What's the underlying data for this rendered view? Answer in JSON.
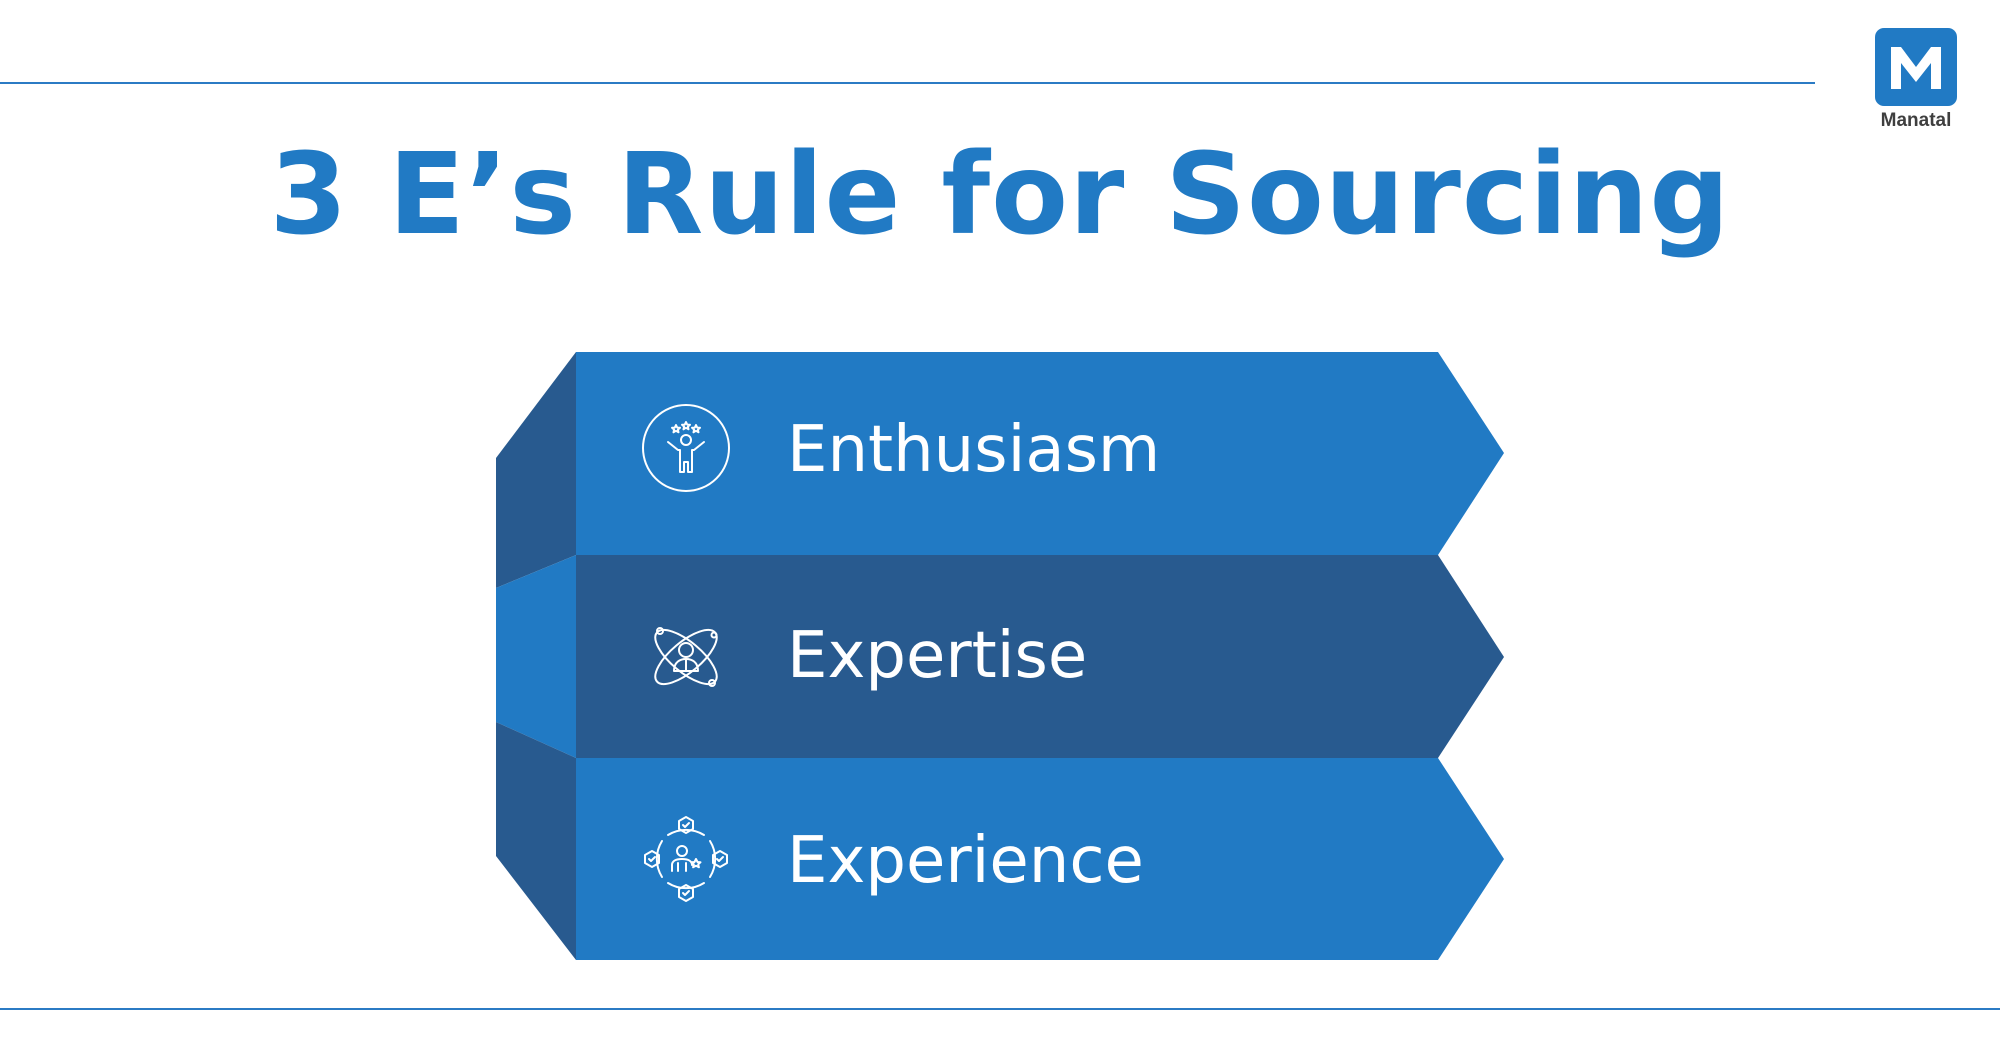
{
  "title": "3 E’s Rule for Sourcing",
  "logo": {
    "letter": "M",
    "caption": "Manatal"
  },
  "steps": [
    {
      "label": "Enthusiasm",
      "icon": "celebrating-person-stars-icon"
    },
    {
      "label": "Expertise",
      "icon": "person-orbit-atom-icon"
    },
    {
      "label": "Experience",
      "icon": "person-network-hexagons-icon"
    }
  ],
  "colors": {
    "accent": "#217ac4",
    "dark": "#285a8f",
    "text_on_band": "#ffffff",
    "logo_caption": "#3f3f3f"
  }
}
